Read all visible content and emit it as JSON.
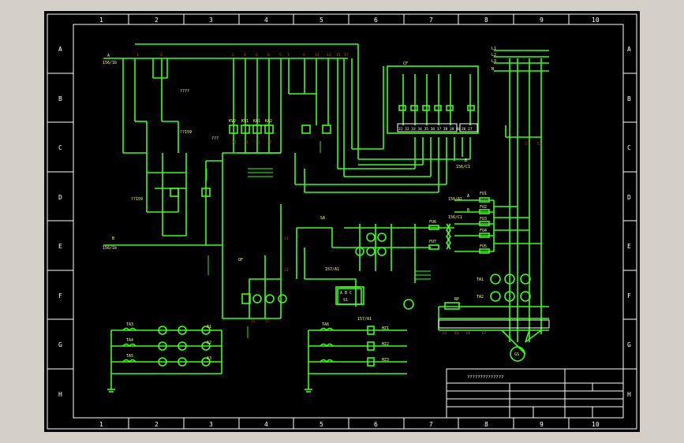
{
  "colors": {
    "wire": "#39ff14",
    "frame": "#ffffff",
    "label": "#ffff66",
    "terminal": "#ff3030",
    "background": "#000000",
    "window": "#d4d0c8"
  },
  "columns": [
    "1",
    "2",
    "3",
    "4",
    "5",
    "6",
    "7",
    "8",
    "9",
    "10"
  ],
  "rows": [
    "A",
    "B",
    "C",
    "D",
    "E",
    "F",
    "G",
    "H"
  ],
  "title_block": {
    "title": "??????????????"
  },
  "refs": {
    "ref_a_1": "A",
    "ref_a_1_page": "156/1b",
    "ref_e_1": "B",
    "ref_e_1_page": "156/1b",
    "ref_b_8": "B",
    "ref_b_8_page": "156/C1",
    "ref_d_7": "A",
    "ref_d_7_page": "156/A1",
    "ref_d_7b": "B",
    "ref_d_7b_page": "156/C1",
    "ref_f_6": "157/A1",
    "ref_f_7": "157/A1"
  },
  "notes": {
    "note1": "????",
    "note2": "??159",
    "note3": "??159",
    "note4": "???"
  },
  "components": {
    "qf_label": "QF",
    "sa_label": "SA",
    "s1_label": "S1",
    "s1_pins": "A B C",
    "gs_label": "GS",
    "rp_label": "RP",
    "phase_labels": [
      "L1",
      "L2",
      "L3",
      "N"
    ],
    "coil_labels": [
      "KV2",
      "KV1",
      "KA1",
      "KA2"
    ],
    "fu_labels": [
      "FU1",
      "FU2",
      "FU3",
      "FU4",
      "FU5",
      "FU6",
      "FU7"
    ],
    "ta_labels": [
      "TA1",
      "TA2",
      "TA3",
      "TA4",
      "TA5",
      "TA6"
    ],
    "meters_left": [
      "A1",
      "A2",
      "A3"
    ],
    "meters_right": [
      "HZ1",
      "HZ2",
      "HZ3"
    ],
    "terminal_strip": "31 32 33 34 35 36 37 38 39 40",
    "terminal_strip_end": "26 27"
  }
}
